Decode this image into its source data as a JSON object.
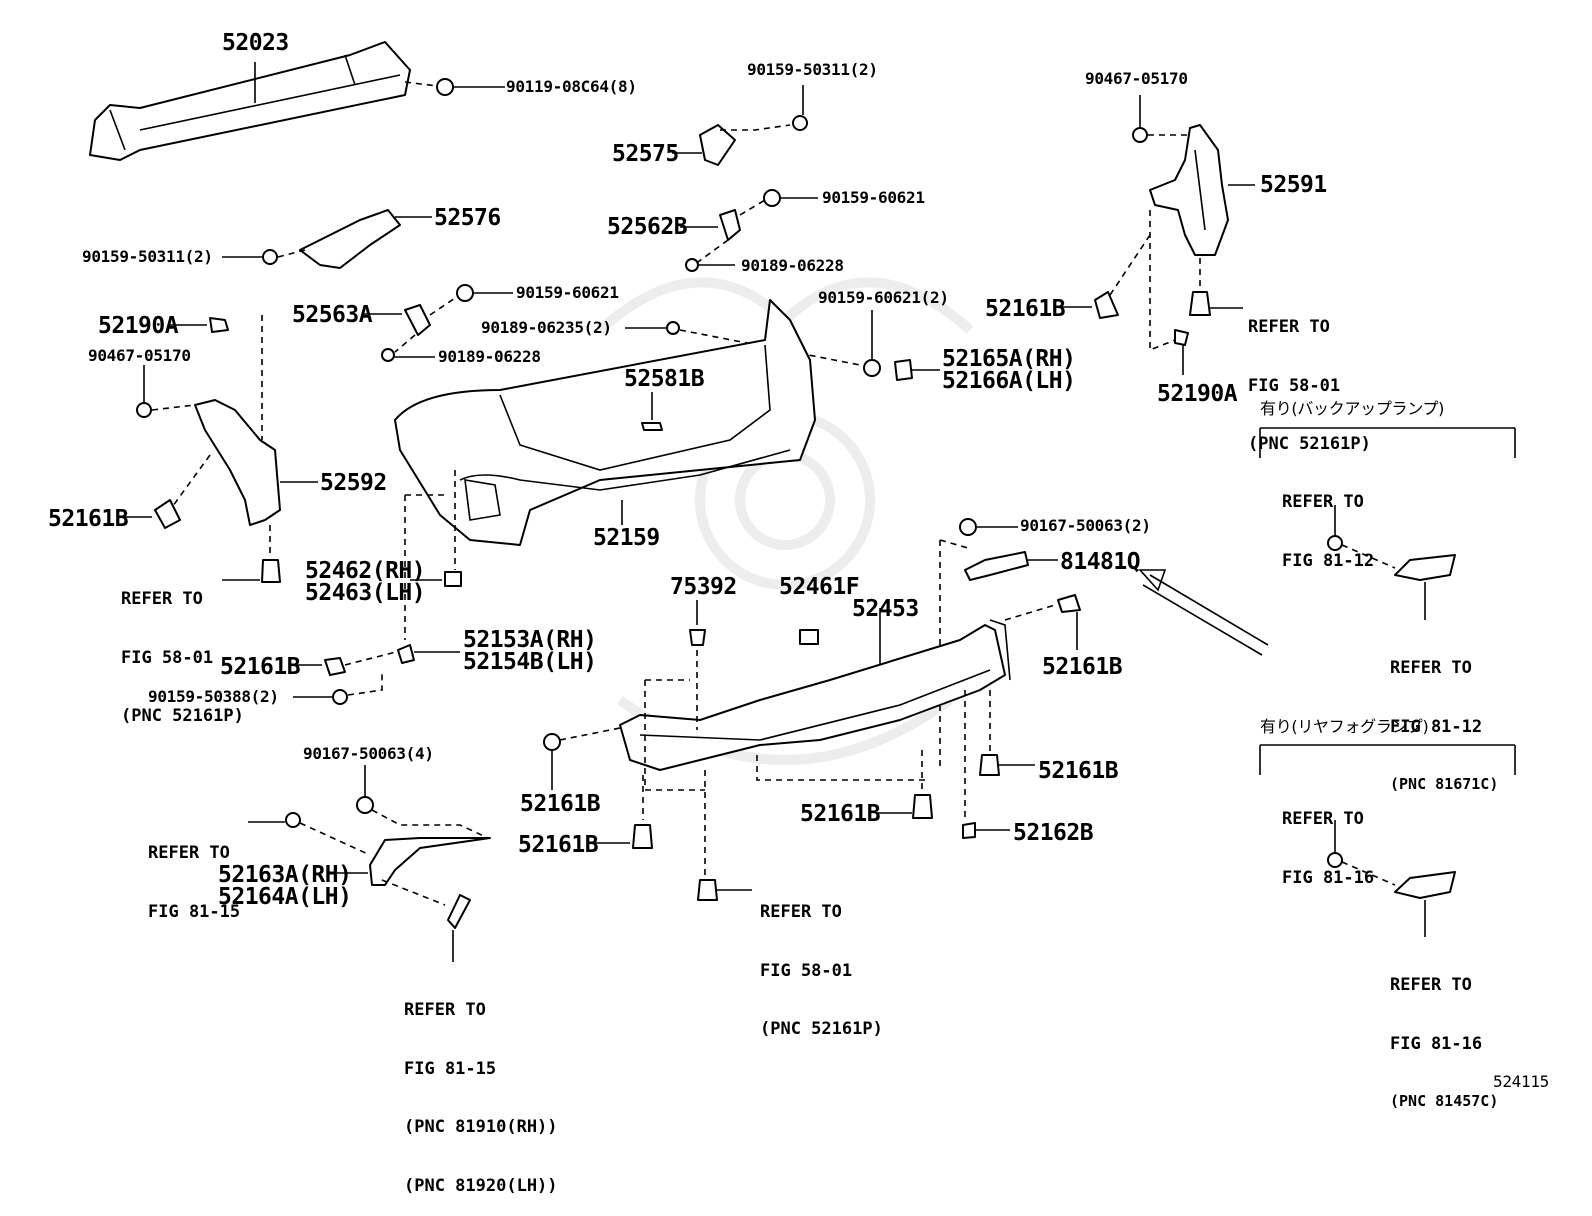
{
  "labels": {
    "p52023": "52023",
    "p90119": "90119-08C64(8)",
    "p90159_50311_top": "90159-50311(2)",
    "p52575": "52575",
    "p90467_top": "90467-05170",
    "p52591": "52591",
    "p90159_60621_a": "90159-60621",
    "p52562B": "52562B",
    "p90189_06228_a": "90189-06228",
    "p52576": "52576",
    "p90159_50311_left": "90159-50311(2)",
    "p90159_60621_b": "90159-60621",
    "p52563A": "52563A",
    "p90189_06228_b": "90189-06228",
    "p90189_06235": "90189-06235(2)",
    "p90159_60621_2": "90159-60621(2)",
    "p52165A": "52165A(RH)",
    "p52166A": "52166A(LH)",
    "p52161B_right_top": "52161B",
    "p52190A_right": "52190A",
    "p52190A_left": "52190A",
    "p90467_left": "90467-05170",
    "p52581B": "52581B",
    "p52592": "52592",
    "p52161B_left": "52161B",
    "p52159": "52159",
    "p52462": "52462(RH)",
    "p52463": "52463(LH)",
    "p90167_2": "90167-50063(2)",
    "p81481Q": "81481Q",
    "p75392": "75392",
    "p52461F": "52461F",
    "p52453": "52453",
    "p52153A": "52153A(RH)",
    "p52154B": "52154B(LH)",
    "p52161B_mid_left": "52161B",
    "p90159_50388": "90159-50388(2)",
    "p52161B_right_mid": "52161B",
    "p90167_4": "90167-50063(4)",
    "p52161B_bl": "52161B",
    "p52161B_right_low": "52161B",
    "p52161B_bottom_mid": "52161B",
    "p52161B_bottom_left": "52161B",
    "p52162B": "52162B",
    "p52163A": "52163A(RH)",
    "p52164A": "52164A(LH)"
  },
  "refs": {
    "ref_58_01_right": [
      "REFER TO",
      "FIG 58-01",
      "(PNC 52161P)"
    ],
    "ref_58_01_left": [
      "REFER TO",
      "FIG 58-01",
      "(PNC 52161P)"
    ],
    "ref_58_01_bottom": [
      "REFER TO",
      "FIG 58-01",
      "(PNC 52161P)"
    ],
    "ref_81_15_a": [
      "REFER TO",
      "FIG 81-15"
    ],
    "ref_81_15_b": [
      "REFER TO",
      "FIG 81-15",
      "(PNC 81910(RH))",
      "(PNC 81920(LH))"
    ],
    "ref_81_12_a": [
      "REFER TO",
      "FIG 81-12"
    ],
    "ref_81_12_b": [
      "REFER TO",
      "FIG 81-12",
      "(PNC 81671C)"
    ],
    "ref_81_16_a": [
      "REFER TO",
      "FIG 81-16"
    ],
    "ref_81_16_b": [
      "REFER TO",
      "FIG 81-16",
      "(PNC 81457C)"
    ]
  },
  "option_headers": {
    "backup_lamp": "有り(バックアップランプ)",
    "rear_fog_lamp": "有り(リヤフォグランプ)"
  },
  "diagram_code": "524115"
}
